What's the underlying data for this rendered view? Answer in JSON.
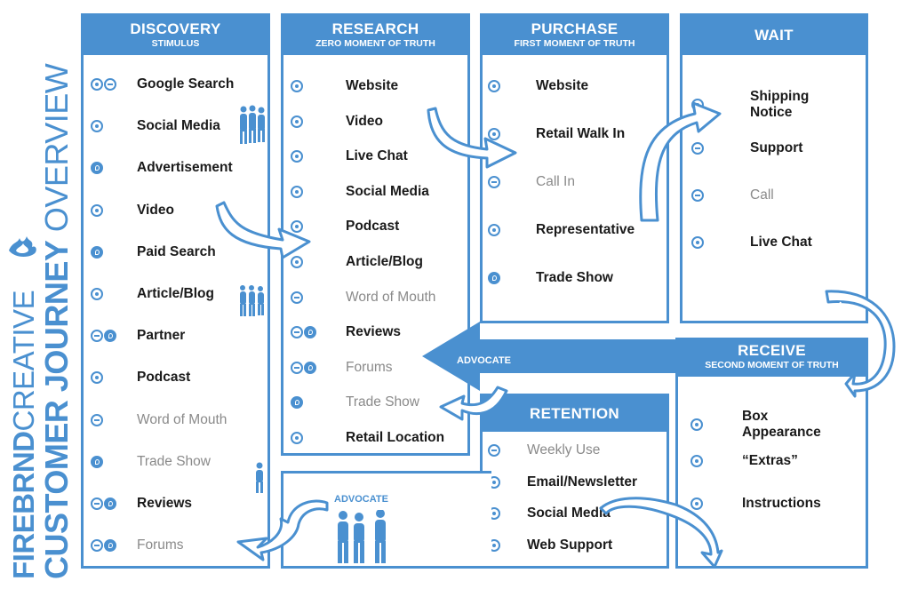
{
  "brand": {
    "line1_bold": "FIREBRND",
    "line1_light": "CREATIVE",
    "line2_bold": "CUSTOMER JOURNEY",
    "line2_light": "OVERVIEW"
  },
  "colors": {
    "accent": "#4a90d0",
    "text": "#1a1a1a",
    "muted": "#8a8a8a"
  },
  "panels": {
    "discovery": {
      "title": "DISCOVERY",
      "subtitle": "STIMULUS",
      "items": [
        {
          "icons": [
            "o",
            "e"
          ],
          "label": "Google Search",
          "muted": false
        },
        {
          "icons": [
            "o"
          ],
          "label": "Social Media",
          "muted": false
        },
        {
          "icons": [
            "p"
          ],
          "label": "Advertisement",
          "muted": false
        },
        {
          "icons": [
            "o"
          ],
          "label": "Video",
          "muted": false
        },
        {
          "icons": [
            "p"
          ],
          "label": "Paid Search",
          "muted": false
        },
        {
          "icons": [
            "o"
          ],
          "label": "Article/Blog",
          "muted": false
        },
        {
          "icons": [
            "e",
            "p"
          ],
          "label": "Partner",
          "muted": false
        },
        {
          "icons": [
            "o"
          ],
          "label": "Podcast",
          "muted": false
        },
        {
          "icons": [
            "e"
          ],
          "label": "Word of Mouth",
          "muted": true
        },
        {
          "icons": [
            "p"
          ],
          "label": "Trade Show",
          "muted": true
        },
        {
          "icons": [
            "e",
            "p"
          ],
          "label": "Reviews",
          "muted": false
        },
        {
          "icons": [
            "e",
            "p"
          ],
          "label": "Forums",
          "muted": true
        }
      ]
    },
    "research": {
      "title": "RESEARCH",
      "subtitle": "ZERO MOMENT OF TRUTH",
      "items": [
        {
          "icons": [
            "o"
          ],
          "label": "Website",
          "muted": false
        },
        {
          "icons": [
            "o"
          ],
          "label": "Video",
          "muted": false
        },
        {
          "icons": [
            "o"
          ],
          "label": "Live Chat",
          "muted": false
        },
        {
          "icons": [
            "o"
          ],
          "label": "Social Media",
          "muted": false
        },
        {
          "icons": [
            "o"
          ],
          "label": "Podcast",
          "muted": false
        },
        {
          "icons": [
            "o"
          ],
          "label": "Article/Blog",
          "muted": false
        },
        {
          "icons": [
            "e"
          ],
          "label": "Word of Mouth",
          "muted": true
        },
        {
          "icons": [
            "e",
            "p"
          ],
          "label": "Reviews",
          "muted": false
        },
        {
          "icons": [
            "e",
            "p"
          ],
          "label": "Forums",
          "muted": true
        },
        {
          "icons": [
            "p"
          ],
          "label": "Trade Show",
          "muted": true
        },
        {
          "icons": [
            "o"
          ],
          "label": "Retail Location",
          "muted": false
        }
      ]
    },
    "purchase": {
      "title": "PURCHASE",
      "subtitle": "FIRST MOMENT OF TRUTH",
      "items": [
        {
          "icons": [
            "o"
          ],
          "label": "Website",
          "muted": false
        },
        {
          "icons": [
            "o"
          ],
          "label": "Retail Walk In",
          "muted": false
        },
        {
          "icons": [
            "e"
          ],
          "label": "Call In",
          "muted": true
        },
        {
          "icons": [
            "o"
          ],
          "label": "Representative",
          "muted": false
        },
        {
          "icons": [
            "p"
          ],
          "label": "Trade Show",
          "muted": false
        }
      ]
    },
    "wait": {
      "title": "WAIT",
      "items": [
        {
          "icons": [
            "o"
          ],
          "label": "Shipping Notice",
          "muted": false
        },
        {
          "icons": [
            "e"
          ],
          "label": "Support",
          "muted": false
        },
        {
          "icons": [
            "e"
          ],
          "label": "Call",
          "muted": true
        },
        {
          "icons": [
            "o"
          ],
          "label": "Live Chat",
          "muted": false
        }
      ]
    },
    "receive": {
      "title": "RECEIVE",
      "subtitle": "SECOND MOMENT OF TRUTH",
      "items": [
        {
          "icons": [
            "o"
          ],
          "label": "Box Appearance",
          "muted": false
        },
        {
          "icons": [
            "o"
          ],
          "label": "“Extras”",
          "muted": false
        },
        {
          "icons": [
            "o"
          ],
          "label": "Instructions",
          "muted": false
        }
      ]
    },
    "retention": {
      "title": "RETENTION",
      "items": [
        {
          "icons": [
            "e"
          ],
          "label": "Weekly Use",
          "muted": true
        },
        {
          "icons": [
            "o"
          ],
          "label": "Email/Newsletter",
          "muted": false
        },
        {
          "icons": [
            "o"
          ],
          "label": "Social Media",
          "muted": false
        },
        {
          "icons": [
            "o"
          ],
          "label": "Web Support",
          "muted": false
        }
      ]
    }
  },
  "advocate_labels": {
    "main": "ADVOCATE",
    "bottom": "ADVOCATE"
  }
}
